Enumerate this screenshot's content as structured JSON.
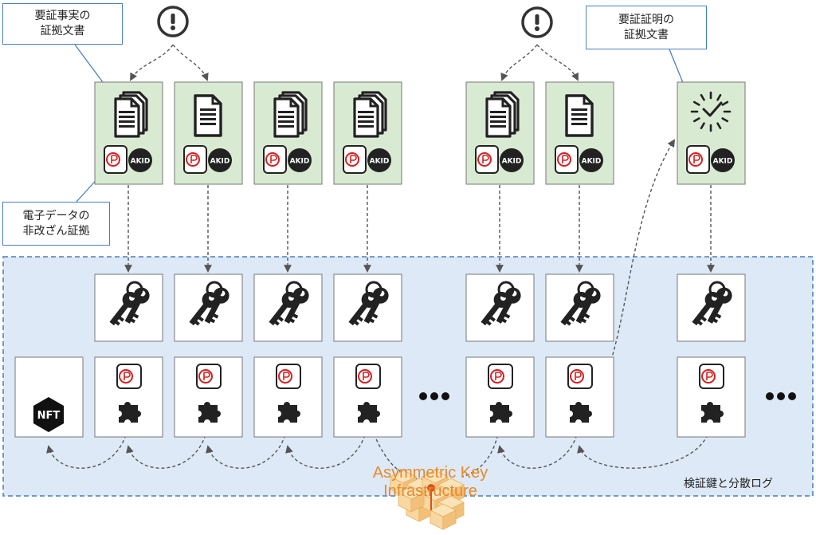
{
  "callouts": {
    "evidence_of_fact": [
      "要証事実の",
      "証拠文書"
    ],
    "evidence_of_proof": [
      "要証証明の",
      "証拠文書"
    ],
    "tamper_proof": [
      "電子データの",
      "非改ざん証拠"
    ]
  },
  "panel_label": "検証鍵と分散ログ",
  "badge_label": "AKID",
  "nft_label": "NFT",
  "pki": [
    "Asymmetric Key",
    "Infrastructure"
  ],
  "colors": {
    "doc_card_bg": "#d9ead3",
    "panel_bg": "#dde9f6",
    "panel_border": "#4a7fc0",
    "callout_border": "#4a7fc0",
    "badge_bg": "#222222",
    "seal_red": "#d42020",
    "pki_orange": "#e8892a",
    "pki_cube": "#f8d7a0"
  },
  "icons": {
    "alert": "exclamation-circle-icon",
    "multi_doc": "multi-document-icon",
    "single_doc": "document-icon",
    "clock": "clock-icon",
    "seal": "digital-seal-icon",
    "keys": "keys-icon",
    "puzzle": "puzzle-piece-icon",
    "nft": "nft-hexagon-icon",
    "ellipsis": "ellipsis-icon"
  }
}
